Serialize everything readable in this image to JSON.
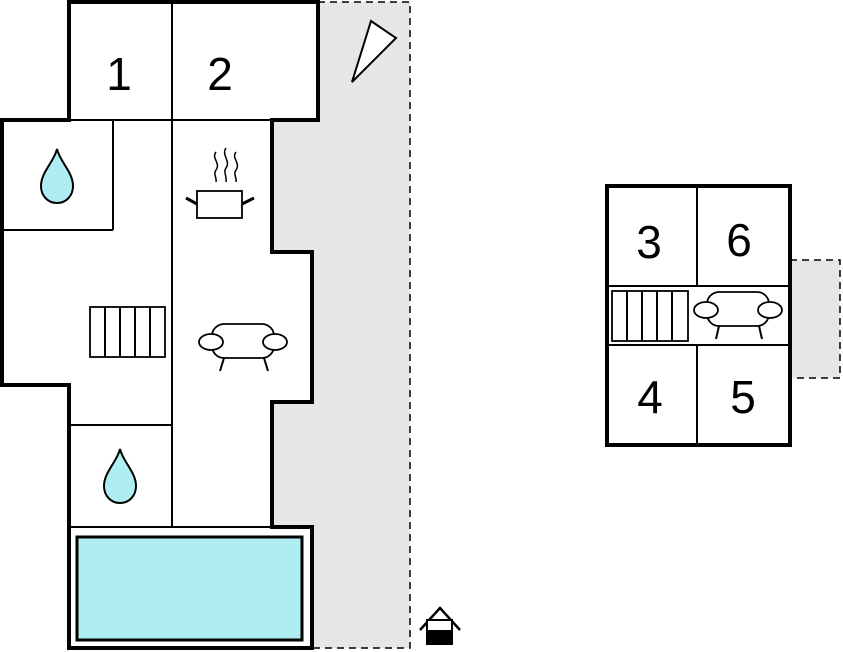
{
  "floor_plan": {
    "rooms": [
      {
        "id": "bedroom-1",
        "label": "1"
      },
      {
        "id": "bedroom-2",
        "label": "2"
      },
      {
        "id": "bedroom-3",
        "label": "3"
      },
      {
        "id": "bedroom-6",
        "label": "6"
      },
      {
        "id": "bedroom-4",
        "label": "4"
      },
      {
        "id": "bedroom-5",
        "label": "5"
      }
    ],
    "icons": [
      "water-drop-icon",
      "stairs-icon",
      "cooking-pot-icon",
      "sofa-icon",
      "pool-icon",
      "terrace-icon",
      "north-arrow-icon",
      "house-entrance-icon"
    ],
    "colors": {
      "walls": "#000000",
      "water": "#aeeef2",
      "terrace": "#e6e6e6",
      "background": "#ffffff"
    }
  }
}
